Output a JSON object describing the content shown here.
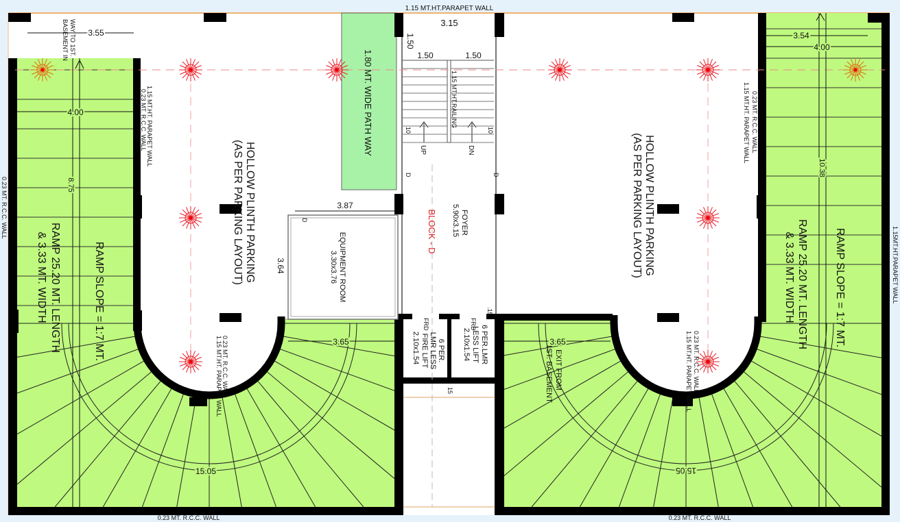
{
  "colors": {
    "ramp_green": "#bff97f",
    "pathway_green": "#a8f2a8",
    "wall": "#000000",
    "light_red": "#e8202a",
    "light_orange": "#e07010",
    "boundary": "#f0b070",
    "block_label": "#e02020",
    "background_outside": "#e6f2fb"
  },
  "labels": {
    "top_parapet": "1.15 MT.HT.PARAPET WALL",
    "way_to_basement_1": "WAY TO 1ST.",
    "way_to_basement_2": "BASEMENT IN",
    "dim_355": "3.55",
    "dim_400_left": "4.00",
    "dim_875": "8.75",
    "left_inner_wall_1": "1.15 MT.HT. PARAPET WALL",
    "left_inner_wall_2": "0.23 MT. R.C.C. WALL",
    "left_outer_wall": "0.23 MT. R.C.C. WALL",
    "left_ramp_slope": "RAMP SLOPE  = 1:7 MT.",
    "left_ramp_length": "RAMP 25.20 MT. LENGTH",
    "left_ramp_width": "& 3.33 MT. WIDTH",
    "left_parking_1": "HOLLOW PLINTH PARKING",
    "left_parking_2": "(AS PER PARKING LAYOUT)",
    "dim_364": "3.64",
    "dim_387": "3.87",
    "equipment_room": "EQUIPMENT ROOM",
    "equipment_room_size": "3.30x3.76",
    "dim_365_left": "3.65",
    "left_arc_wall_1": "0.23 MT. R.C.C. WALL",
    "left_arc_wall_2": "1.15 MT.HT. PARAPET WALL",
    "dim_1505_left": "15.05",
    "pathway": "1.80 MT. WIDE PATH WAY",
    "stair_dim_315": "3.15",
    "stair_dim_150_v": "1.50",
    "stair_dim_150_a": "1.50",
    "stair_dim_150_b": "1.50",
    "stair_railing": "1.15 MT.HT.RAILING",
    "stair_up": "UP",
    "stair_dn": "DN",
    "stair_steps_left": "10",
    "stair_steps_right": "10",
    "door_d_1": "D",
    "door_d_2": "D",
    "door_d_3": "D",
    "foyer": "FOYER",
    "foyer_size": "5.90x3.15",
    "block": "BLOCK - D",
    "frd_1": "FRD",
    "frd_2": "FRD",
    "fire_lift_1": "6 PER.",
    "fire_lift_2": "LMR LESS",
    "fire_lift_3": "FIRE LIFT",
    "fire_lift_size": "2.10x1.54",
    "lift_1": "6 PER.LMR",
    "lift_2": "LESS LIFT",
    "lift_size": "2.10x1.54",
    "wall_15_a": ".15",
    "wall_15_b": "15",
    "exit_1": "EXIT FROM",
    "exit_2": "1ST. BASEMENT",
    "dim_365_right": "3.65",
    "dim_1505_right": "15.05",
    "right_arc_wall_1": "0.23 MT. R.C.C. WALL",
    "right_arc_wall_2": "1.15 MT.HT. PARAPET WALL",
    "right_parking_1": "HOLLOW PLINTH PARKING",
    "right_parking_2": "(AS PER PARKING LAYOUT)",
    "right_inner_wall_1": "0.23 MT. R.C.C. WALL",
    "right_inner_wall_2": "1.15 MT.HT. PARAPET WALL",
    "dim_354": "3.54",
    "dim_400_right": "4.00",
    "dim_1038": "10.38",
    "right_ramp_slope": "RAMP SLOPE  = 1:7 MT.",
    "right_ramp_length": "RAMP 25.20 MT. LENGTH",
    "right_ramp_width": "& 3.33 MT. WIDTH",
    "right_outer_wall": "1.15MT.HT.PARAPET WALL",
    "bottom_wall_left": "0.23 MT. R.C.C. WALL",
    "bottom_wall_right": "0.23 MT. R.C.C. WALL"
  },
  "icons": {
    "light_fixture": "starburst-light-icon",
    "ramp_direction": "arrow-icon"
  }
}
